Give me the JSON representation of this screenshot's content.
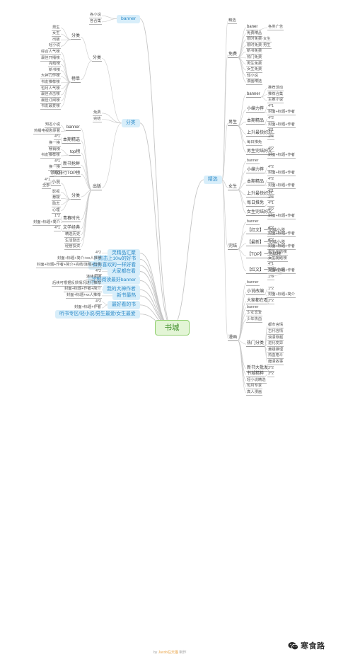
{
  "root": "书城",
  "footer": {
    "pre": "by ",
    "author": "Jacob在天猫",
    "post": " 制作"
  },
  "watermark": {
    "brand": "寒食路"
  },
  "left": [
    {
      "t": "banner",
      "kids": [
        "各小说",
        "各合集"
      ]
    },
    {
      "t": "分类",
      "kids": [
        {
          "t": "分类",
          "kids": [
            {
              "t": "分类",
              "kids": [
                "男生",
                "女生",
                "出版",
                "轻小说"
              ]
            },
            {
              "t": "榜单",
              "kids": [
                "综合人气榜",
                "最佳开播榜",
                "完结榜",
                "新书榜",
                "大神力作榜",
                "书友推荐榜",
                "包月人气榜",
                "最佳点击榜",
                "最佳订阅榜",
                "书友最爱榜"
              ]
            }
          ]
        },
        "免费",
        "完结",
        {
          "t": "出版",
          "kids": [
            {
              "t": "banner",
              "kids": [
                "知名小说",
                "热播电视剧原著"
              ]
            },
            {
              "t": "本期精选",
              "kids": [
                "4*1",
                "换一换"
              ]
            },
            {
              "t": "top榜",
              "kids": [
                "畅销榜",
                "书友推荐榜"
              ]
            },
            {
              "t": "新书抢鲜",
              "kids": [
                "4*1",
                "换一换"
              ]
            },
            {
              "t": "领取排行TOP榜",
              "kids": [
                "4*3"
              ]
            },
            {
              "t": "分类",
              "kids": [
                {
                  "t": "小说",
                  "kids": [
                    "4*1",
                    "全部"
                  ]
                },
                "影视",
                "悬疑",
                "励志",
                "心理"
              ]
            },
            {
              "t": "青春时光",
              "kids": [
                "1*2",
                "封面+标题+简介"
              ]
            },
            {
              "t": "文学经典",
              "kids": [
                "4*1"
              ]
            },
            "精选历史",
            "生活励志",
            "经管投资"
          ]
        }
      ]
    },
    {
      "t": "灵精品汇聚",
      "kids": [
        "4*2"
      ]
    },
    {
      "t": "点击上10w的好书",
      "kids": [
        "封面+标题+简介+xx人推荐"
      ]
    },
    {
      "t": "和你喜欢的一样好看",
      "kids": [
        "封面+标题+作者+简介+完结/连载+分类"
      ]
    },
    {
      "t": "大家都在看",
      "kids": [
        "4*2"
      ]
    },
    {
      "t": "定制阅读最好banner",
      "kids": [
        "连续阅读",
        "后续可根据反馈情况进行推荐"
      ]
    },
    {
      "t": "我的大神作者",
      "kids": [
        "封面+标题+作者+简介"
      ]
    },
    {
      "t": "新书最热",
      "kids": [
        "封面+标题+xx人推荐"
      ]
    },
    {
      "t": "最好看的书",
      "kids": [
        "4*2",
        "封面+标题+作者"
      ]
    },
    {
      "t": "听书专区/轻小说/男生最爱/女生最爱",
      "kids": []
    }
  ],
  "right": [
    {
      "t": "精选",
      "kids": [
        "精选",
        {
          "t": "免费",
          "kids": [
            {
              "t": "baner",
              "kids": [
                "各类广告"
              ]
            },
            "免费精品",
            "限时免费·女生",
            "限时免费·男生",
            "新书免费",
            "热门免费",
            "男生免费",
            "女生免费",
            "轻小说",
            "漫画精选"
          ]
        },
        {
          "t": "男生",
          "kids": [
            {
              "t": "banner",
              "kids": [
                "推荐活动",
                "推荐合集",
                "主推小说"
              ]
            },
            {
              "t": "小编力荐",
              "kids": [
                "4*1",
                "封面+标题+作者"
              ]
            },
            {
              "t": "本期精品",
              "kids": [
                "4*2",
                "封面+标题+作者"
              ]
            },
            {
              "t": "上升最快好书",
              "kids": [
                "4*1",
                "1*4"
              ]
            },
            "每日推免",
            {
              "t": "男生完结好文",
              "kids": [
                "4*2",
                "封面+标题+作者"
              ]
            }
          ]
        },
        {
          "t": "女生",
          "kids": [
            "banner",
            {
              "t": "小编力荐",
              "kids": [
                "4*2",
                "封面+标题+作者"
              ]
            },
            {
              "t": "本期精品",
              "kids": [
                "4*2",
                "封面+标题+作者"
              ]
            },
            {
              "t": "上升最快好书",
              "kids": [
                "4*1",
                "1*4"
              ]
            },
            {
              "t": "每日推免",
              "kids": [
                "4*1"
              ]
            },
            {
              "t": "女生完结好文",
              "kids": [
                "4*2",
                "封面+标题+作者"
              ]
            }
          ]
        },
        {
          "t": "完结",
          "kids": [
            "banner",
            {
              "t": "【红文】一完结小说",
              "kids": [
                "4*2",
                "封面+标题+作者"
              ]
            },
            {
              "t": "【最新】一完结小说",
              "kids": [
                "4*2",
                "封面+标题+作者"
              ]
            },
            {
              "t": "【TOP】一完结榜",
              "kids": [
                "男生完结榜",
                "女生完结榜"
              ]
            },
            {
              "t": "【红文】一完结小说",
              "kids": [
                "4*1",
                "封面+标题+作者",
                "1*8"
              ]
            }
          ]
        },
        {
          "t": "漫画",
          "kids": [
            "banner",
            {
              "t": "小说改编",
              "kids": [
                "1*2",
                "封面+标题+简介"
              ]
            },
            {
              "t": "大家都在看",
              "kids": [
                "3*2"
              ]
            },
            "banner",
            "少女恋爱",
            "少年热血",
            {
              "t": "热门分类",
              "kids": [
                "都市言情",
                "古代言情",
                "浪漫穿越",
                "进化变异",
                "悬疑推理",
                "热血格斗",
                "魔漫故事"
              ]
            },
            {
              "t": "新书大批发",
              "kids": [
                "3*2"
              ]
            },
            {
              "t": "书城精粹",
              "kids": [
                "3*2"
              ]
            },
            "轻小说精选",
            "包月专享",
            "真人漫画"
          ]
        }
      ]
    }
  ]
}
